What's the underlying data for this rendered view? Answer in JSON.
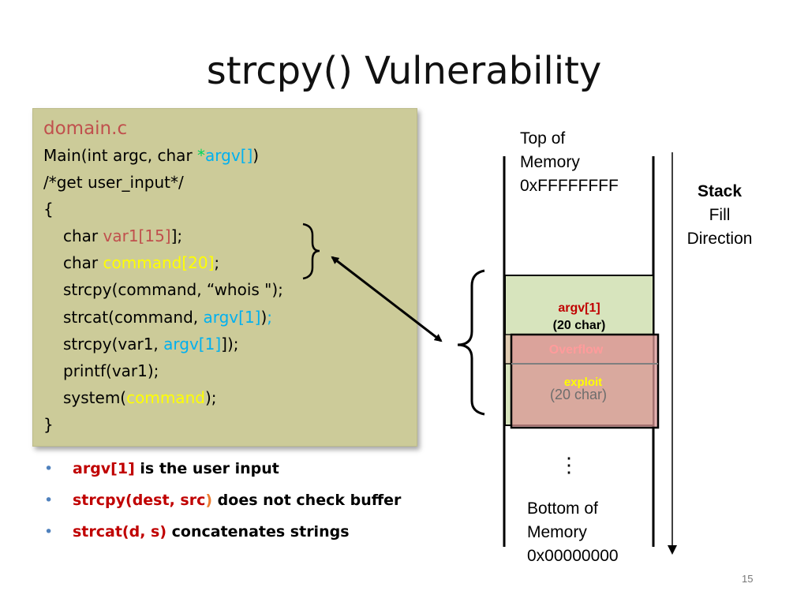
{
  "title": "strcpy() Vulnerability",
  "code": {
    "filename": "domain.c",
    "l1": {
      "a": "Main(int argc, char ",
      "star": "*",
      "argv": "argv[]",
      "b": ")"
    },
    "l2": "/*get user_input*/",
    "l3": "{",
    "l4": {
      "a": "char ",
      "var": "var1[15]",
      "b": "];"
    },
    "l5": {
      "a": "char ",
      "cmd": "command[20]",
      "b": ";"
    },
    "l6": "strcpy(command, “whois \");",
    "l7": {
      "a": "strcat(command, ",
      "argv": "argv[1]",
      "b": ")",
      "c": ";"
    },
    "l8": {
      "a": "strcpy(var1, ",
      "argv": "argv[1]",
      "b": "]);"
    },
    "l9": "printf(var1);",
    "l10": {
      "a": "system(",
      "cmd": "command",
      "b": ");"
    },
    "l11": "}"
  },
  "bullets": [
    {
      "key": "argv[1]",
      "text": " is the user input"
    },
    {
      "key": "strcpy(dest, src",
      "key_end": ")",
      "text": "  does not check buffer"
    },
    {
      "key": "strcat(d, s)",
      "text": " concatenates strings"
    }
  ],
  "stack": {
    "top_label": [
      "Top of",
      "Memory",
      "0xFFFFFFFF"
    ],
    "bottom_label": [
      "Bottom of",
      "Memory",
      "0x00000000"
    ],
    "direction": {
      "bold": "Stack",
      "line2": "Fill",
      "line3": "Direction"
    },
    "ellipsis": "⋮",
    "argv_box": {
      "line1": "argv[1]",
      "line2": "(20 char)"
    },
    "overflow": "Overflow",
    "exploit": "exploit",
    "command_size": "(20 char)"
  },
  "colors": {
    "code_bg": "#cccb99",
    "argv_box": "#d7e4bd",
    "overflow_box": "#d99694",
    "accent_red": "#c00000"
  },
  "page_number": "15"
}
